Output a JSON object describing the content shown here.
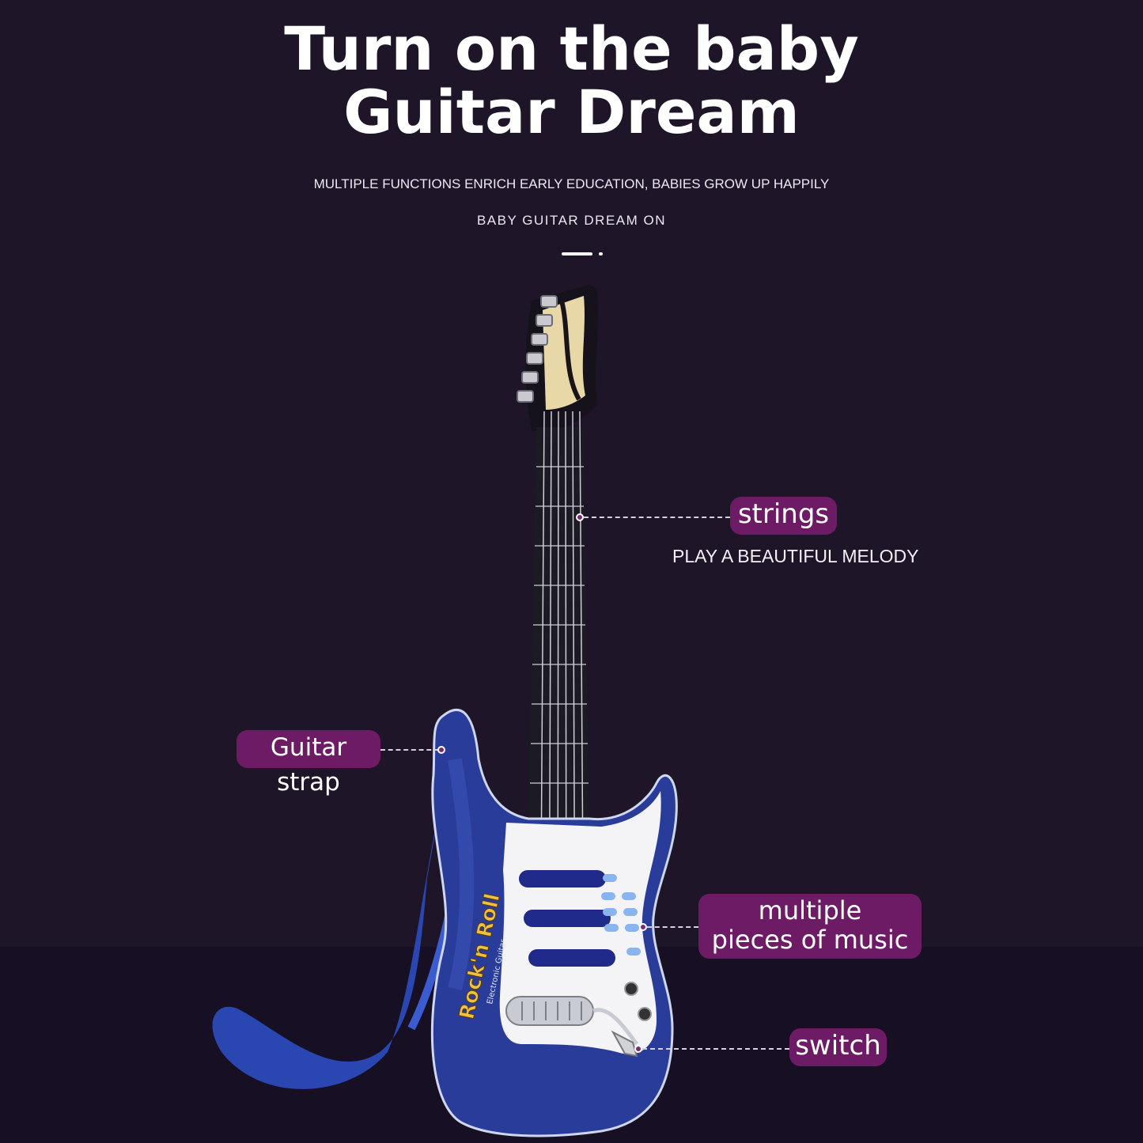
{
  "header": {
    "title_line1": "Turn on the baby",
    "title_line2": "Guitar Dream",
    "subtitle": "MULTIPLE FUNCTIONS ENRICH EARLY EDUCATION, BABIES GROW UP HAPPILY",
    "tagline": "BABY GUITAR DREAM ON"
  },
  "callouts": {
    "strings": {
      "label": "strings",
      "caption": "PLAY A BEAUTIFUL MELODY"
    },
    "strap": {
      "label": "Guitar strap"
    },
    "music": {
      "label_line1": "multiple",
      "label_line2": "pieces of music"
    },
    "switch": {
      "label": "switch"
    }
  },
  "product": {
    "brand_text": "Rock'n Roll",
    "type_text": "Electronic Guitar"
  },
  "colors": {
    "background": "#1e1628",
    "floor": "#170f24",
    "pill": "#6e1b66",
    "guitar_body": "#2a3c9a",
    "pickguard": "#ffffff",
    "buttons": "#8ab4f0"
  }
}
